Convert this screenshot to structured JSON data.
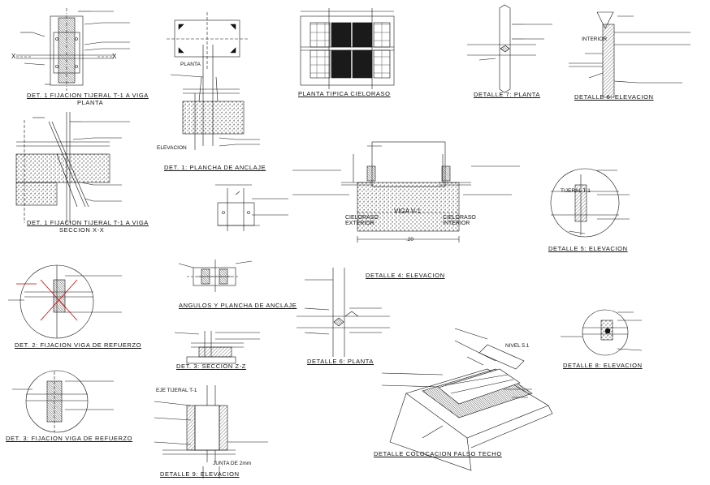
{
  "titles": {
    "det1_plan": "DET. 1 FIJACION TIJERAL T-1 A VIGA",
    "det1_plan_sub": "PLANTA",
    "det1_sec": "DET. 1 FIJACION TIJERAL T-1 A VIGA",
    "det1_sec_sub": "SECCION X-X",
    "det1_anclaje": "DET. 1: PLANCHA DE ANCLAJE",
    "planta_tipica": "PLANTA TIPICA CIELORASO",
    "det7": "DETALLE 7: PLANTA",
    "det6_elev": "DETALLE 6: ELEVACION",
    "det4": "DETALLE 4: ELEVACION",
    "det5": "DETALLE 5: ELEVACION",
    "det2": "DET. 2: FIJACION VIGA DE REFUERZO",
    "angulos": "ANGULOS Y PLANCHA DE ANCLAJE",
    "det3_sec": "DET. 3: SECCION Z-Z",
    "det6_planta": "DETALLE 6: PLANTA",
    "det8": "DETALLE 8: ELEVACION",
    "det3": "DET. 3: FIJACION VIGA DE REFUERZO",
    "det9": "DETALLE 9: ELEVACION",
    "falso_techo": "DETALLE COLOCACION FALSO TECHO"
  },
  "labels": {
    "x_left": "X",
    "x_right": "X",
    "planta": "PLANTA",
    "elevacion": "ELEVACION",
    "interior": "INTERIOR",
    "viga_v1": "VIGA V-1",
    "cielo_ext": "CIELORASO EXTERIOR",
    "cielo_int": "CIELORASO INTERIOR",
    "dim_20": ".20",
    "tijeral_t1": "TIJERAL T-1",
    "eje_tijeral": "EJE TIJERAL T-1",
    "junta": "JUNTA DE 2mm",
    "nivel": "NIVEL 5.1"
  },
  "colors": {
    "line": "#111111",
    "hatch": "#333333",
    "fill_dark": "#1a1a1a"
  }
}
